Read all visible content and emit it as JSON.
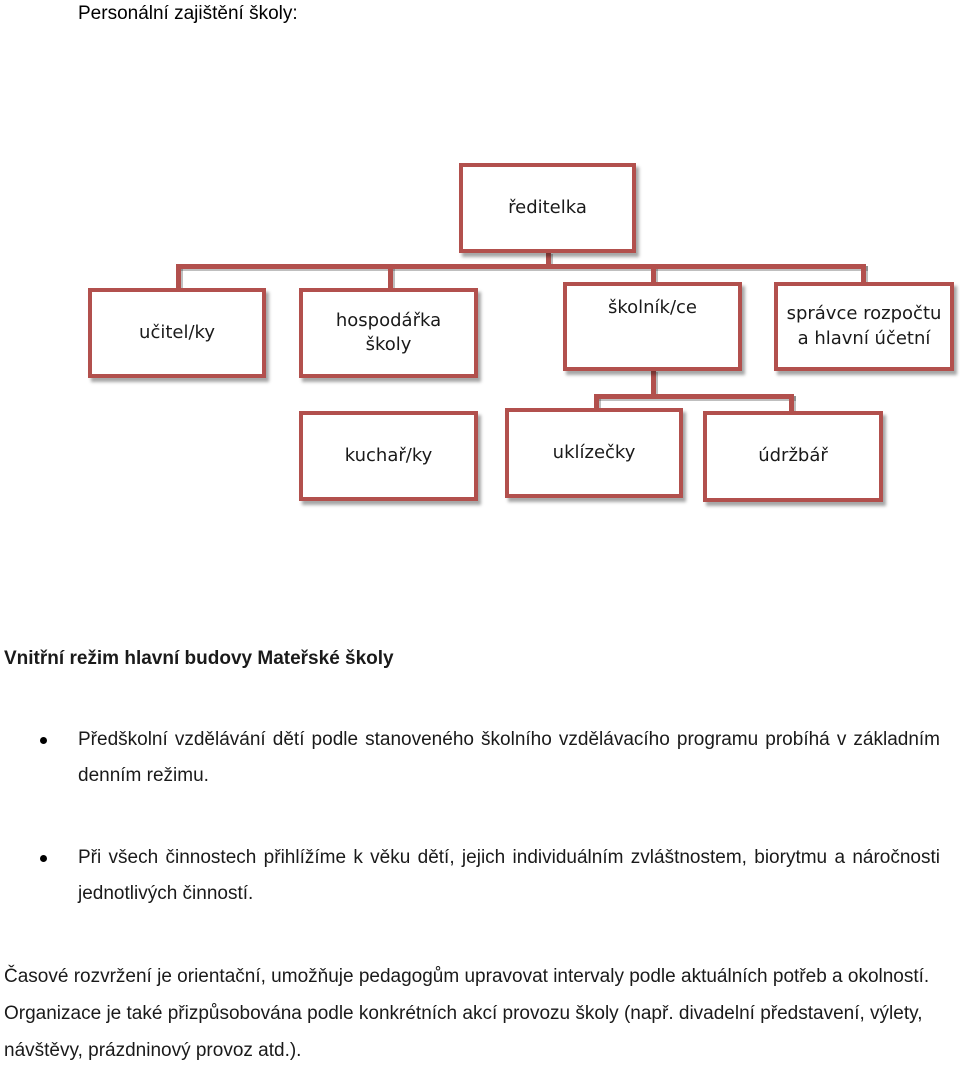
{
  "heading": "Personální zajištění školy:",
  "org_chart": {
    "top": "ředitelka",
    "level2": [
      "učitel/ky",
      "hospodářka školy",
      "školník/ce",
      "správce rozpočtu a hlavní účetní"
    ],
    "level2_lines": [
      [
        "učitel/ky"
      ],
      [
        "hospodářka",
        "školy"
      ],
      [
        "školník/ce"
      ],
      [
        "správce rozpočtu",
        "a hlavní účetní"
      ]
    ],
    "level3": [
      "kuchař/ky",
      "uklízečky",
      "údržbář"
    ],
    "box_border_color": "#b2504d"
  },
  "section_title": "Vnitřní režim hlavní budovy Mateřské školy",
  "bullets": [
    "Předškolní vzdělávání dětí podle stanoveného školního vzdělávacího programu probíhá v základním denním režimu.",
    "Při všech činnostech přihlížíme k věku dětí, jejich individuálním zvláštnostem, biorytmu a náročnosti jednotlivých činností."
  ],
  "paragraph": "Časové rozvržení je orientační, umožňuje pedagogům upravovat intervaly podle aktuálních potřeb a okolností. Organizace je také přizpůsobována podle konkrétních akcí provozu školy (např. divadelní představení, výlety, návštěvy, prázdninový provoz atd.)."
}
